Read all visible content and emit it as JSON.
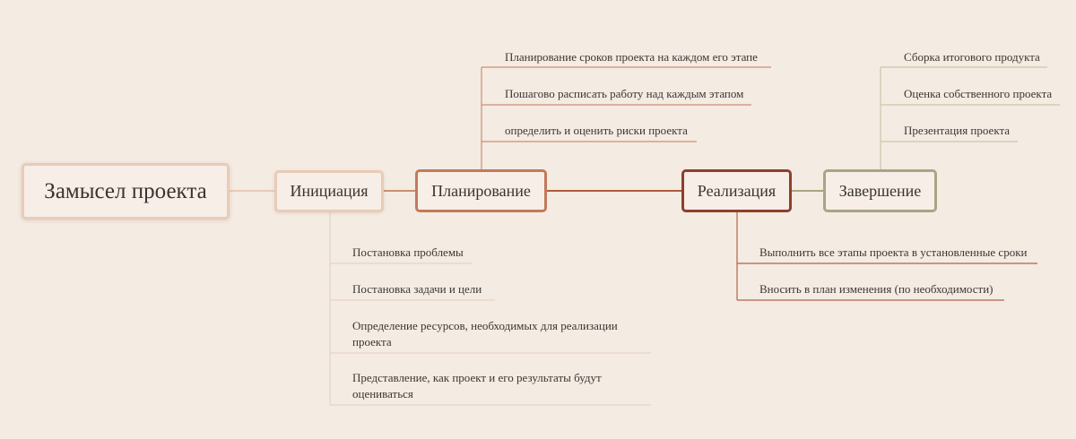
{
  "root": {
    "label": "Замысел проекта"
  },
  "stages": {
    "initiation": {
      "label": "Инициация",
      "items": [
        "Постановка проблемы",
        "Постановка задачи и цели",
        "Определение ресурсов, необходимых для реализации проекта",
        "Представление, как проект и его результаты будут оцениваться"
      ]
    },
    "planning": {
      "label": "Планирование",
      "items": [
        "Планирование сроков проекта на каждом его этапе",
        "Пошагово расписать работу над каждым этапом",
        "определить и оценить риски проекта"
      ]
    },
    "realization": {
      "label": "Реализация",
      "items": [
        "Выполнить все этапы проекта в установленные сроки",
        "Вносить в план изменения (по необходимости)"
      ]
    },
    "completion": {
      "label": "Завершение",
      "items": [
        "Сборка итогового продукта",
        "Оценка собственного проекта",
        "Презентация проекта"
      ]
    }
  },
  "colors": {
    "background": "#f4ebe2",
    "root": "#e8cbb8",
    "initiation": "#e8cbb8",
    "planning": "#c27a5a",
    "realization": "#8e3f2c",
    "completion": "#a8a585"
  }
}
